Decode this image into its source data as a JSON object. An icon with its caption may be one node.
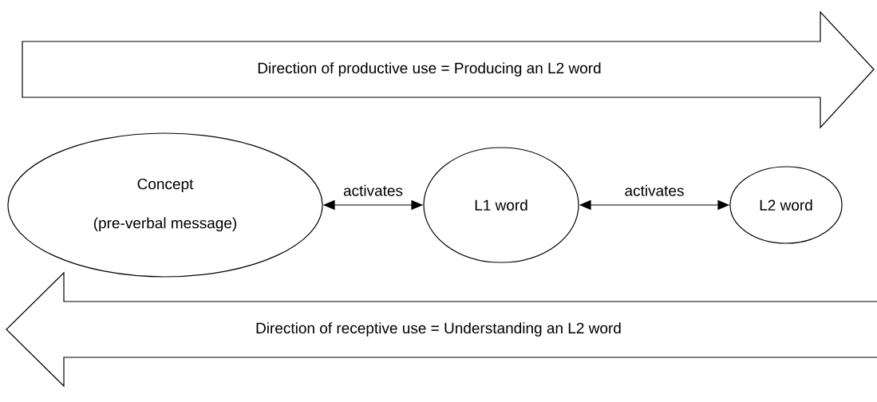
{
  "diagram": {
    "nodes": [
      {
        "text": [
          "Direction of productive use = Producing an L2 word"
        ]
      },
      {
        "text": [
          "Concept",
          "(pre-verbal message)"
        ]
      },
      {
        "text": [
          "L1 word"
        ]
      },
      {
        "text": [
          "L2 word"
        ]
      },
      {
        "text": [
          "Direction of receptive use = Understanding an L2 word"
        ]
      }
    ],
    "edges": [
      {
        "from": 1,
        "to": 2,
        "arrow": "both",
        "label": "activates"
      },
      {
        "from": 2,
        "to": 3,
        "arrow": "both",
        "label": "activates"
      }
    ]
  }
}
